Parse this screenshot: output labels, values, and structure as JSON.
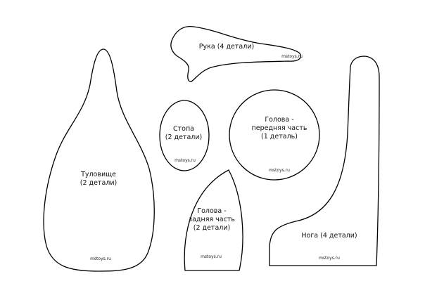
{
  "pieces": {
    "arm": {
      "label": "Рука (4 детали)",
      "watermark": "mstoys.ru"
    },
    "body": {
      "label1": "Туловище",
      "label2": "(2 детали)",
      "watermark": "mstoys.ru"
    },
    "foot": {
      "label1": "Стопа",
      "label2": "(2 детали)",
      "watermark": "mstoys.ru"
    },
    "head_front": {
      "label1": "Голова -",
      "label2": "передняя часть",
      "label3": "(1 деталь)",
      "watermark": "mstoys.ru"
    },
    "head_back": {
      "label1": "Голова -",
      "label2": "задняя часть",
      "label3": "(2 детали)",
      "watermark": "mstoys.ru"
    },
    "leg": {
      "label": "Нога (4 детали)",
      "watermark": "mstoys.ru"
    }
  }
}
